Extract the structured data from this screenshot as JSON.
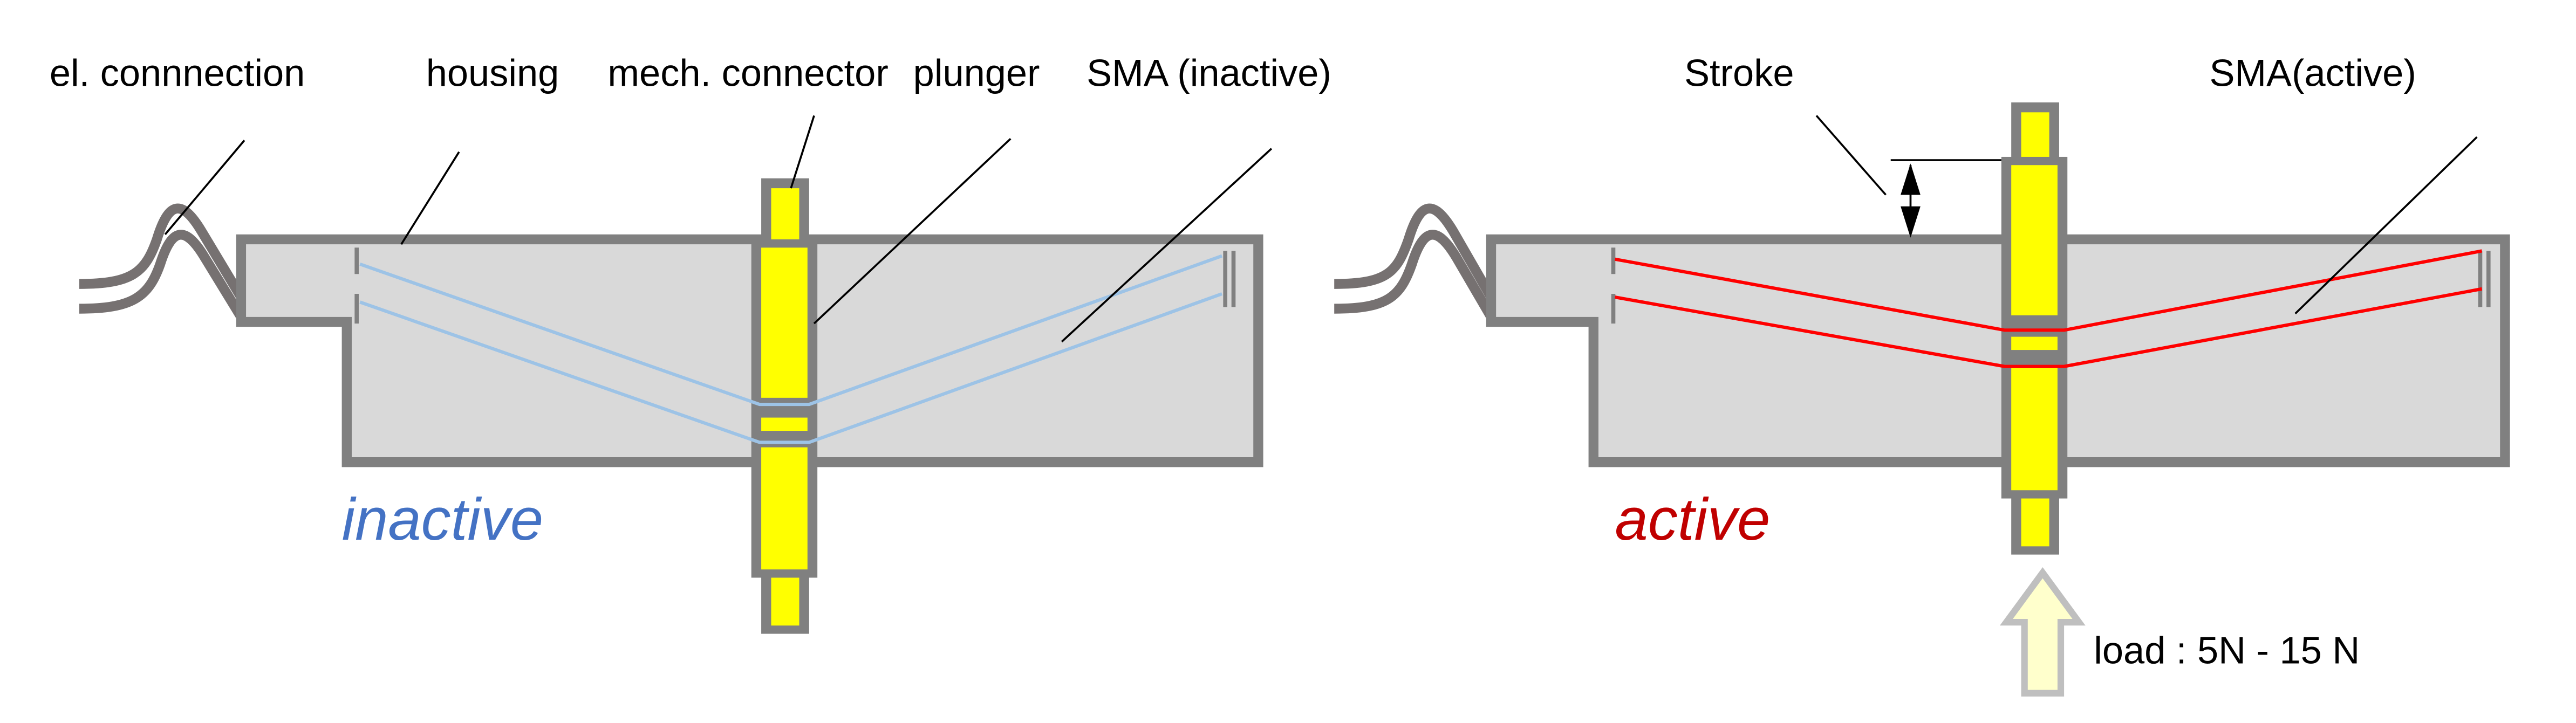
{
  "labels": {
    "el_connection": "el. connnection",
    "housing": "housing",
    "mech_connector": "mech. connector",
    "plunger": "plunger",
    "sma_inactive": "SMA (inactive)",
    "stroke": "Stroke",
    "sma_active": "SMA(active)",
    "load": "load : 5N - 15 N"
  },
  "states": {
    "inactive": "inactive",
    "active": "active"
  },
  "colors": {
    "housing_fill": "#d9d9d9",
    "outline": "#808080",
    "plunger": "#ffff00",
    "sma_inactive": "#9dc3e6",
    "sma_active": "#ff0000",
    "inactive_text": "#4472c4",
    "active_text": "#c00000",
    "load_arrow": "#ffffcc"
  }
}
